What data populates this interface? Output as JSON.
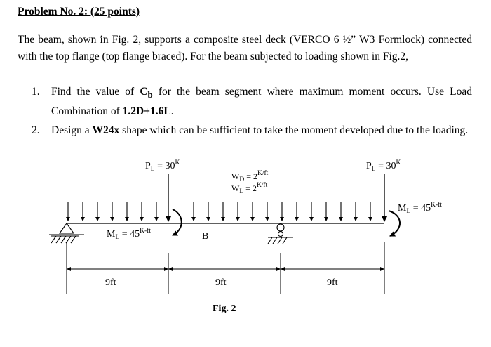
{
  "heading": "Problem No. 2: (25 points)",
  "intro": "The beam, shown in Fig. 2, supports a composite steel deck (VERCO 6 ½” W3 Formlock) connected with the top flange (top flange braced). For the beam subjected to loading shown in Fig.2,",
  "items": [
    {
      "num": "1.",
      "parts": [
        "Find the value of ",
        "C",
        "b",
        " for the beam segment where maximum moment occurs. Use Load Combination of ",
        "1.2D+1.6L",
        "."
      ]
    },
    {
      "num": "2.",
      "parts": [
        "Design a ",
        "W24x",
        " shape which can be sufficient to take the moment developed due to the loading."
      ]
    }
  ],
  "figure": {
    "caption": "Fig. 2",
    "point_load_left": {
      "label": "P",
      "sub": "L",
      "eq": " = 30",
      "unit": "K"
    },
    "point_load_right": {
      "label": "P",
      "sub": "L",
      "eq": " = 30",
      "unit": "K"
    },
    "dist_dead": {
      "label": "W",
      "sub": "D",
      "eq": " = 2",
      "unit": "K/ft"
    },
    "dist_live": {
      "label": "W",
      "sub": "L",
      "eq": " = 2",
      "unit": "K/ft"
    },
    "moment_left": {
      "label": "M",
      "sub": "L",
      "eq": " = 45",
      "unit": "K-ft"
    },
    "moment_right": {
      "label": "M",
      "sub": "L",
      "eq": " = 45",
      "unit": "K-ft"
    },
    "point_b": "B",
    "spans": [
      "9ft",
      "9ft",
      "9ft"
    ]
  }
}
